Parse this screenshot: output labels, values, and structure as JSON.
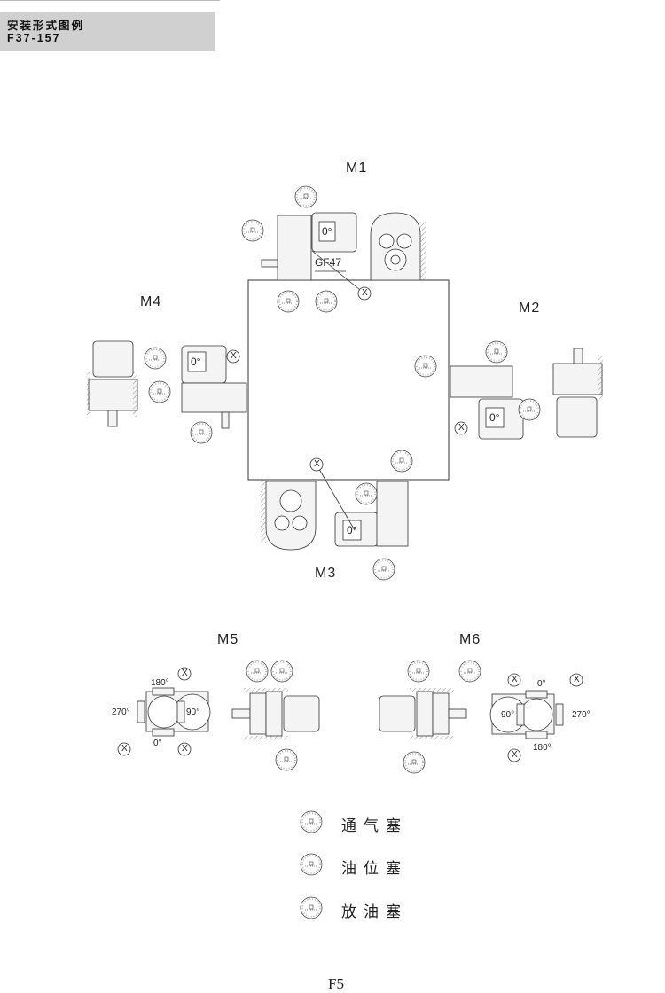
{
  "header": {
    "title": "安装形式图例",
    "model": "F37-157"
  },
  "positions": {
    "m1": "M1",
    "m2": "M2",
    "m3": "M3",
    "m4": "M4",
    "m5": "M5",
    "m6": "M6"
  },
  "model_label": "GF47",
  "terminal_box": "0°",
  "vent_marker": "X",
  "angles": {
    "a0": "0°",
    "a90": "90°",
    "a180": "180°",
    "a270": "270°"
  },
  "legend": [
    {
      "icon": "breather-plug-icon",
      "label": "通气塞"
    },
    {
      "icon": "oil-level-plug-icon",
      "label": "油位塞"
    },
    {
      "icon": "drain-plug-icon",
      "label": "放油塞"
    }
  ],
  "page_number": "F5"
}
